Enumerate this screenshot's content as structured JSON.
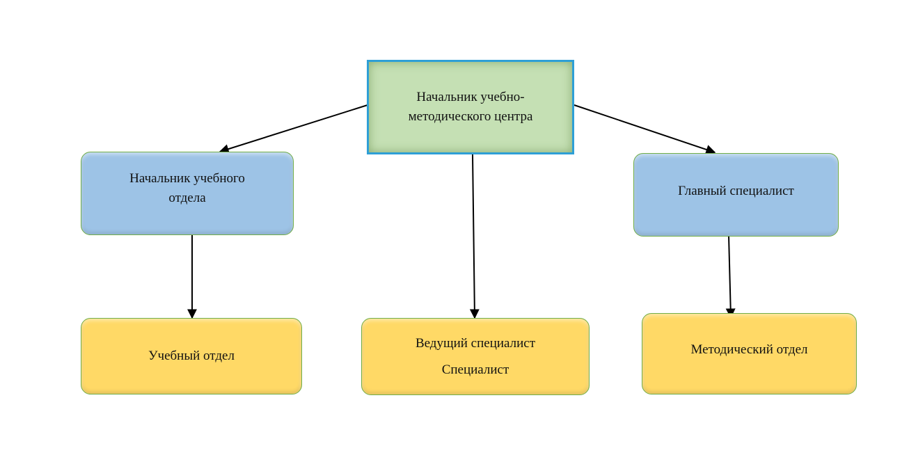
{
  "nodes": {
    "root": [
      "Начальник учебно-",
      "методического центра"
    ],
    "head_edu": [
      "Начальник учебного",
      "отдела"
    ],
    "chief_spec": [
      "Главный специалист"
    ],
    "edu_dept": [
      "Учебный отдел"
    ],
    "lead_spec": [
      "Ведущий специалист",
      "Специалист"
    ],
    "method_dept": [
      "Методический отдел"
    ]
  },
  "edges": [
    {
      "from": "root",
      "to": "head_edu"
    },
    {
      "from": "root",
      "to": "chief_spec"
    },
    {
      "from": "root",
      "to": "lead_spec"
    },
    {
      "from": "head_edu",
      "to": "edu_dept"
    },
    {
      "from": "chief_spec",
      "to": "method_dept"
    }
  ],
  "colors": {
    "root_fill": "#c5e0b4",
    "root_border": "#2e9fd6",
    "manager_fill": "#9dc3e6",
    "unit_fill": "#ffd966",
    "box_border": "#70ad47",
    "arrow": "#000000"
  }
}
